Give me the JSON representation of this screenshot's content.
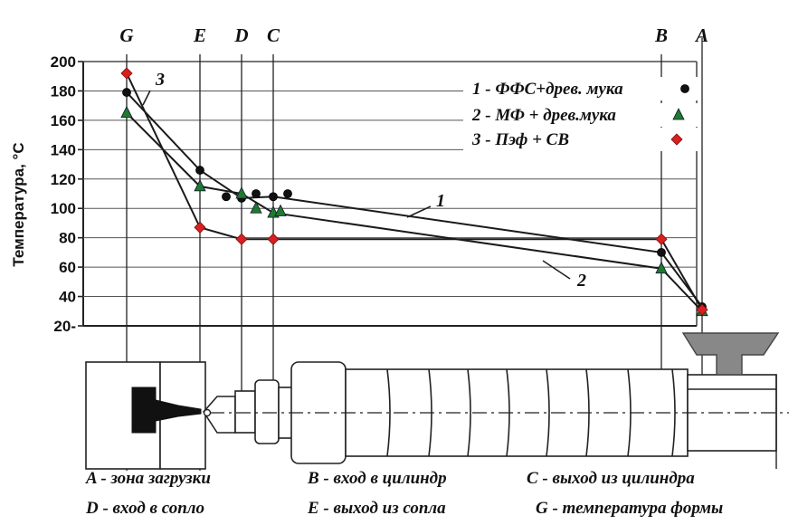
{
  "chart_data": {
    "type": "line",
    "ylabel": "Температура, °С",
    "ylim": [
      20,
      200
    ],
    "yticks": [
      "20-",
      "40",
      "60",
      "80",
      "100",
      "120",
      "140",
      "160",
      "180",
      "200"
    ],
    "zones": [
      "G",
      "E",
      "D",
      "C",
      "B",
      "A"
    ],
    "series": [
      {
        "name": "1 - ФФС+древ. мука",
        "marker": "circle",
        "color": "#111111",
        "curve_label": "1",
        "points": [
          [
            "G",
            179
          ],
          [
            "E",
            126
          ],
          [
            "D",
            107
          ],
          [
            "C",
            108
          ],
          [
            "B",
            70
          ],
          [
            "A",
            33
          ]
        ],
        "extra_points": [
          [
            250,
            108
          ],
          [
            283,
            110
          ],
          [
            318,
            110
          ]
        ]
      },
      {
        "name": "2 - МФ + древ.мука",
        "marker": "triangle",
        "color": "#1f7a2e",
        "curve_label": "2",
        "points": [
          [
            "G",
            165
          ],
          [
            "E",
            115
          ],
          [
            "D",
            110
          ],
          [
            "C",
            97
          ],
          [
            "B",
            59
          ],
          [
            "A",
            30
          ]
        ],
        "extra_points": [
          [
            283,
            100
          ],
          [
            310,
            98
          ]
        ]
      },
      {
        "name": "3 - Пэф + СВ",
        "marker": "diamond",
        "color": "#d82020",
        "curve_label": "3",
        "points": [
          [
            "G",
            192
          ],
          [
            "E",
            87
          ],
          [
            "D",
            79
          ],
          [
            "C",
            79
          ],
          [
            "B",
            79
          ],
          [
            "A",
            31
          ]
        ],
        "extra_points": []
      }
    ]
  },
  "captions": [
    "A  - зона загрузки",
    "B - вход в цилиндр",
    "C - выход из цилиндра",
    "D - вход в сопло",
    "E - выход из сопла",
    "G - температура формы"
  ]
}
